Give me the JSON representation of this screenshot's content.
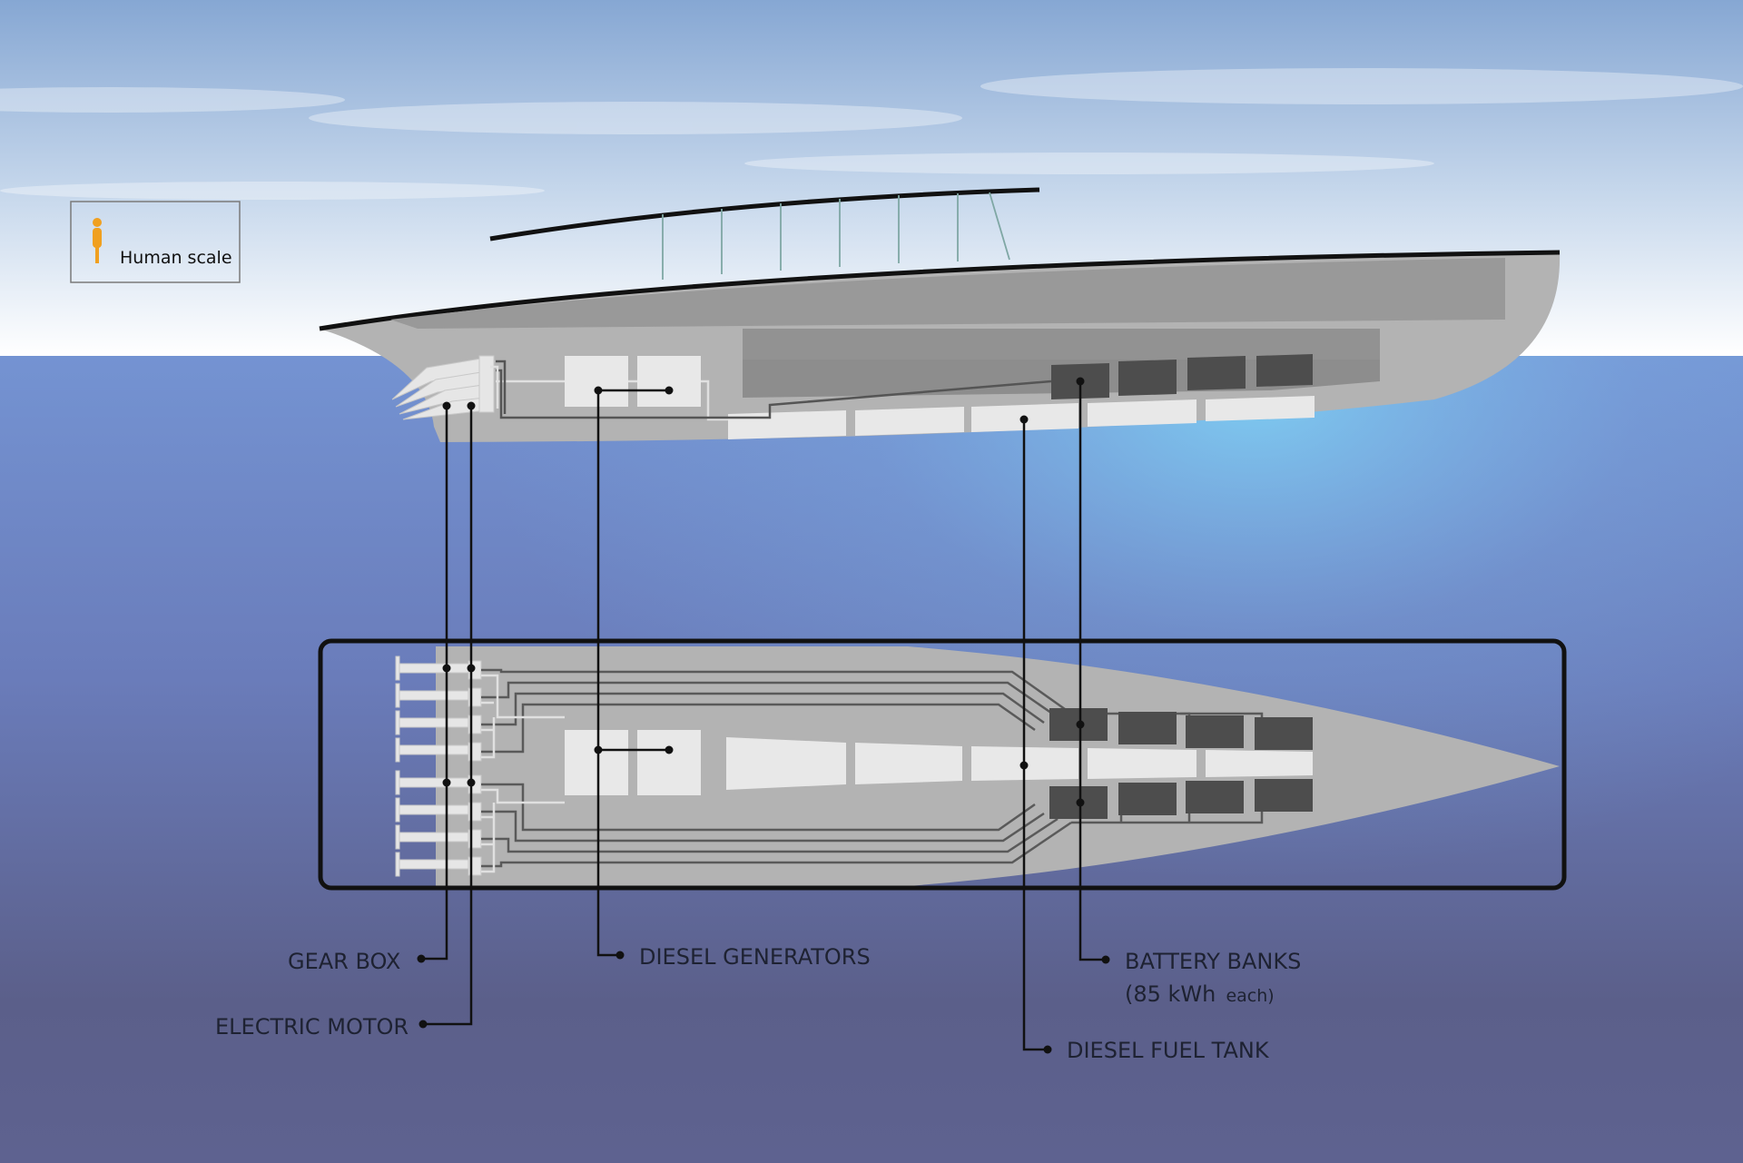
{
  "legend": {
    "text": "Human scale",
    "icon": "person-icon",
    "icon_color": "#f0a020"
  },
  "labels": {
    "gear_box": "GEAR BOX",
    "electric_motor": "ELECTRIC MOTOR",
    "diesel_generators": "DIESEL GENERATORS",
    "battery_banks": "BATTERY BANKS",
    "battery_note_main": "(85 kWh",
    "battery_note_small": "each)",
    "diesel_fuel_tank": "DIESEL FUEL TANK"
  },
  "colors": {
    "sky_top": "#8fb0d8",
    "sky_bottom": "#ffffff",
    "sea_top": "#6f8ccc",
    "sea_bottom": "#56597e",
    "hull": "#b4b4b4",
    "hull_dark": "#9a9a9a",
    "component_light": "#e8e8e8",
    "battery": "#4d4d4d",
    "leader_line": "#111111"
  }
}
